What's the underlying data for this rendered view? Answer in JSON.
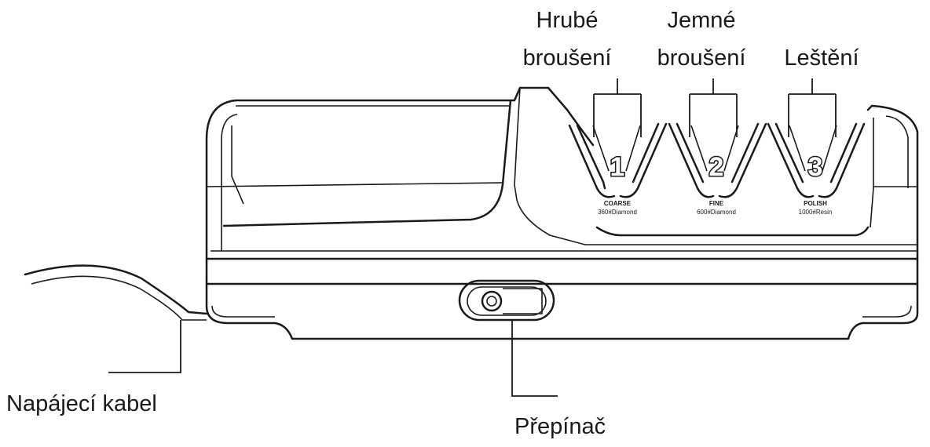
{
  "labels": {
    "coarse_line1": "Hrubé",
    "coarse_line2": "broušení",
    "fine_line1": "Jemné",
    "fine_line2": "broušení",
    "polish": "Leštění",
    "cable": "Napájecí kabel",
    "switch": "Přepínač"
  },
  "slots": [
    {
      "number": "1",
      "name": "COARSE",
      "spec": "360#Diamond"
    },
    {
      "number": "2",
      "name": "FINE",
      "spec": "600#Diamond"
    },
    {
      "number": "3",
      "name": "POLISH",
      "spec": "1000#Resin"
    }
  ]
}
